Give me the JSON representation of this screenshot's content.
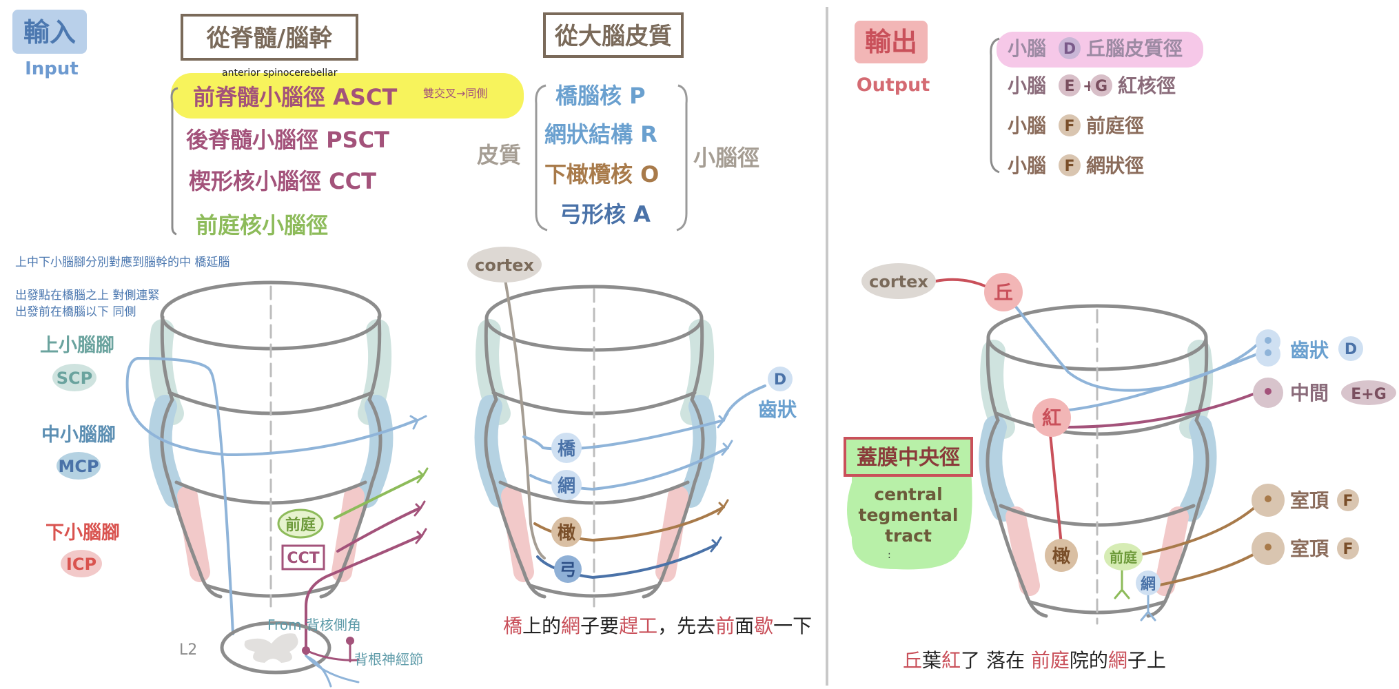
{
  "colors": {
    "input_blue": "#5f8fc8",
    "output_red": "#c9505a",
    "highlight_yellow": "#f7f35c",
    "highlight_pink": "#f6c8e8",
    "ctt_green": "#b8f0a8",
    "stroke_gray": "#8c8c8c",
    "box_brown": "#7a6a5a",
    "teal": "#6aa39e",
    "blue_nucleus": "#6a9cc9",
    "brown_nucleus": "#a87a4a",
    "purple": "#a3527a",
    "green": "#8dbb5a",
    "dark_blue": "#4a72a8",
    "pink_icp": "#d9534f"
  },
  "input": {
    "title": "輸入",
    "subtitle": "Input",
    "spinal_header": "從脊髓/腦幹",
    "cortex_header": "從大腦皮質",
    "ascending_note": "anterior spinocerebellar",
    "cross_note": "雙交叉→同側",
    "tracts": [
      "前脊髓小腦徑 ASCT",
      "後脊髓小腦徑 PSCT",
      "楔形核小腦徑 CCT",
      "前庭核小腦徑"
    ],
    "cortical_prefix": "皮質",
    "cortical_nuclei": [
      "橋腦核 P",
      "網狀結構 R",
      "下橄欖核 O",
      "弓形核 A"
    ],
    "cortical_suffix": "小腦徑",
    "notes": [
      "上中下小腦腳分別對應到腦幹的中 橋延腦",
      "出發點在橋腦之上 對側連緊",
      "出發前在橋腦以下 同側"
    ],
    "peduncles": [
      {
        "name": "上小腦腳",
        "abbr": "SCP"
      },
      {
        "name": "中小腦腳",
        "abbr": "MCP"
      },
      {
        "name": "下小腦腳",
        "abbr": "ICP"
      }
    ],
    "labels": {
      "vestibular": "前庭",
      "cct": "CCT",
      "from_dorsal": "From 背核側角",
      "ganglion": "背根神經節",
      "level": "L2",
      "cortex": "cortex",
      "pons": "橋",
      "reticular": "網",
      "olive": "橄",
      "arcuate": "弓",
      "dentate_letter": "D",
      "dentate": "齒狀"
    },
    "mnemonic": [
      "橋",
      "上的",
      "網",
      "子要",
      "趕工",
      "，先去",
      "前",
      "面",
      "歇",
      "一下"
    ]
  },
  "output": {
    "title": "輸出",
    "subtitle": "Output",
    "rows": [
      {
        "pre": "小腦",
        "circle": "D",
        "text": "丘腦皮質徑"
      },
      {
        "pre": "小腦",
        "circle": "E",
        "mid": "+",
        "circle2": "G",
        "text": "紅核徑"
      },
      {
        "pre": "小腦",
        "circle": "F",
        "text": "前庭徑"
      },
      {
        "pre": "小腦",
        "circle": "F",
        "text": "網狀徑"
      }
    ],
    "labels": {
      "cortex": "cortex",
      "thalamus": "丘",
      "red": "紅",
      "olive": "橄",
      "vestibular": "前庭",
      "reticular": "網",
      "ctt_title": "蓋膜中央徑",
      "ctt_line1": "central",
      "ctt_line2": "tegmental",
      "ctt_line3": "tract",
      "ctt_dots": ":",
      "dentate": "齒狀",
      "dentate_letter": "D",
      "interposed": "中間",
      "interposed_letters": "E+G",
      "fastigial_1": "室頂",
      "fastigial_2": "室頂",
      "f1": "F",
      "f2": "F"
    },
    "mnemonic": [
      "丘",
      "葉",
      "紅",
      "了 落在 ",
      "前庭",
      "院的",
      "網",
      "子上"
    ]
  }
}
